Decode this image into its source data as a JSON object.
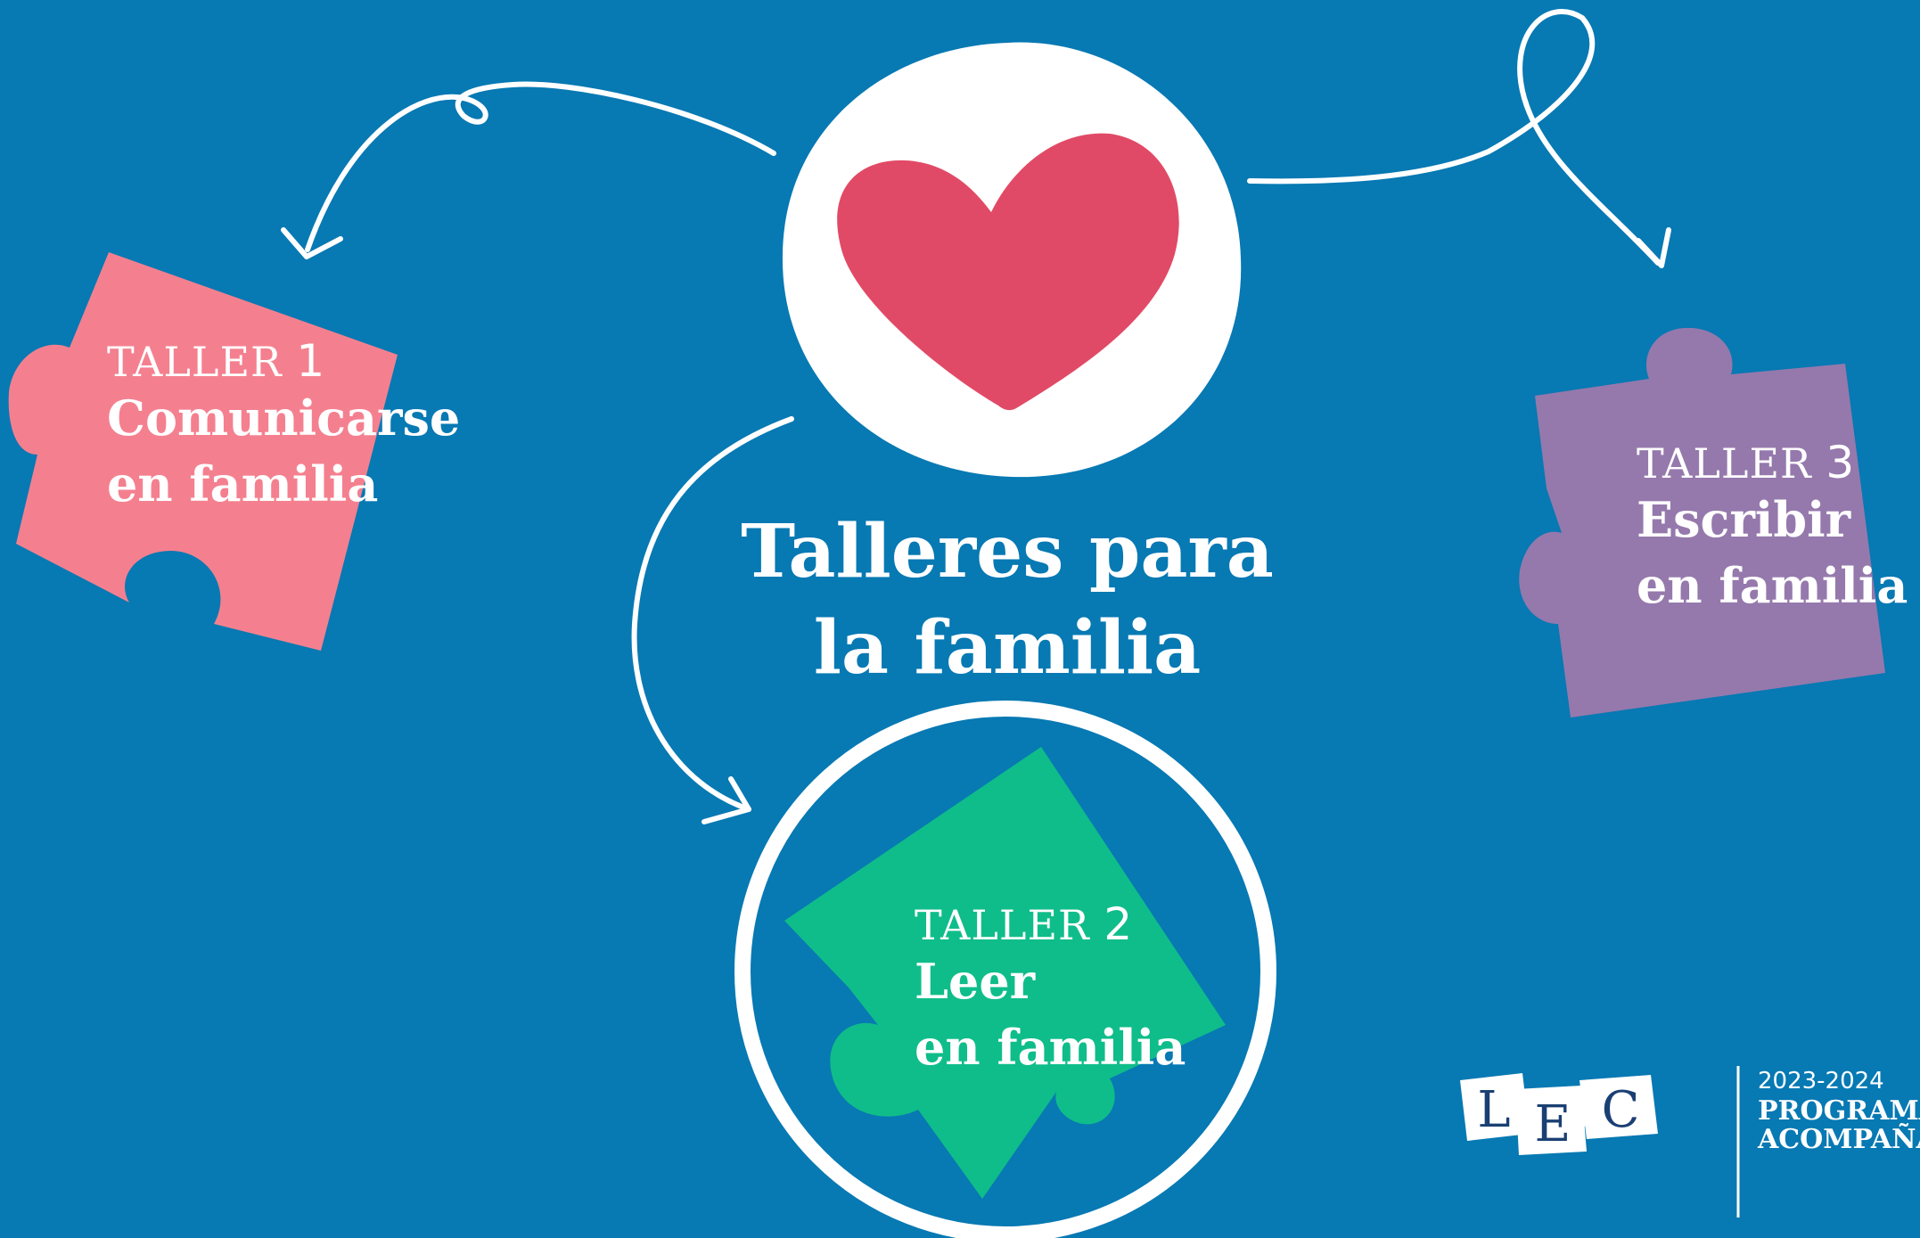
{
  "title": {
    "line1": "Talleres para",
    "line2": "la familia"
  },
  "workshops": [
    {
      "kicker": "TALLER",
      "number": "1",
      "line1": "Comunicarse",
      "line2": "en familia",
      "color": "#f4808f"
    },
    {
      "kicker": "TALLER",
      "number": "2",
      "line1": "Leer",
      "line2": "en familia",
      "color": "#0fbd8a"
    },
    {
      "kicker": "TALLER",
      "number": "3",
      "line1": "Escribir",
      "line2": "en familia",
      "color": "#9579ac"
    }
  ],
  "logo": {
    "letters": [
      "L",
      "E",
      "C"
    ],
    "years": "2023-2024",
    "line1": "PROGRAMA",
    "line2": "ACOMPAÑA"
  },
  "colors": {
    "background": "#0779b3",
    "heart": "#e14a66",
    "white": "#ffffff",
    "logo_blue": "#1a3f73"
  },
  "icons": [
    "heart-icon",
    "arrow-to-taller-1",
    "arrow-to-taller-2",
    "arrow-to-taller-3",
    "puzzle-piece"
  ]
}
